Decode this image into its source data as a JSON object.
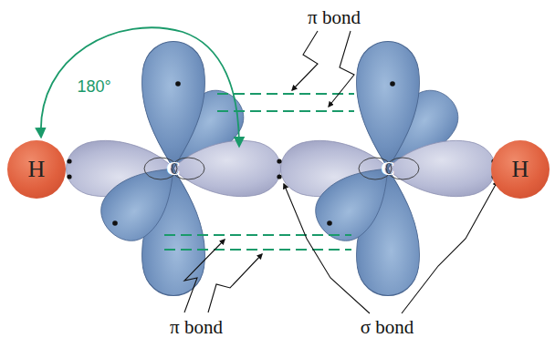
{
  "diagram": {
    "nodes": [
      {
        "text": [
          "H"
        ]
      },
      {
        "text": [
          "H"
        ]
      }
    ],
    "labels": [
      "π bond",
      "180°",
      "C",
      "C",
      "π bond",
      "σ bond"
    ]
  }
}
